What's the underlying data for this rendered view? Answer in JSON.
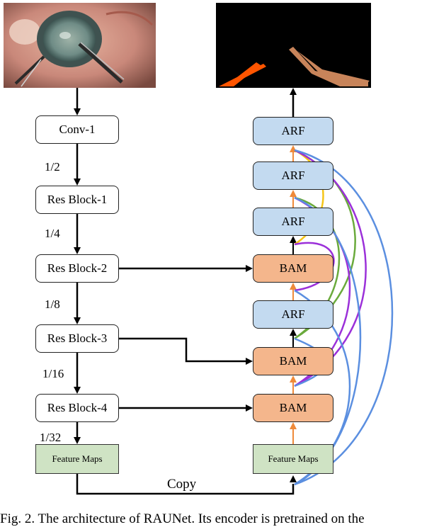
{
  "encoder": {
    "conv1": "Conv-1",
    "res1": "Res Block-1",
    "res2": "Res Block-2",
    "res3": "Res Block-3",
    "res4": "Res Block-4",
    "features": "Feature Maps"
  },
  "scales": [
    "1/2",
    "1/4",
    "1/8",
    "1/16",
    "1/32"
  ],
  "decoder": {
    "arf_top": "ARF",
    "arf_2": "ARF",
    "arf_3": "ARF",
    "bam_1": "BAM",
    "arf_4": "ARF",
    "bam_2": "BAM",
    "bam_3": "BAM",
    "features": "Feature Maps"
  },
  "copy_label": "Copy",
  "caption": "Fig. 2. The architecture of RAUNet. Its encoder is pretrained on the",
  "colors": {
    "arrow_black": "#000000",
    "arrow_orange": "#ef8a3a",
    "link_yellow": "#f5c518",
    "link_green": "#6aaa3c",
    "link_purple": "#9b30d9",
    "link_blue": "#5b8fe0",
    "tool_orange": "#ff5500",
    "tool_brown": "#c8845a"
  }
}
